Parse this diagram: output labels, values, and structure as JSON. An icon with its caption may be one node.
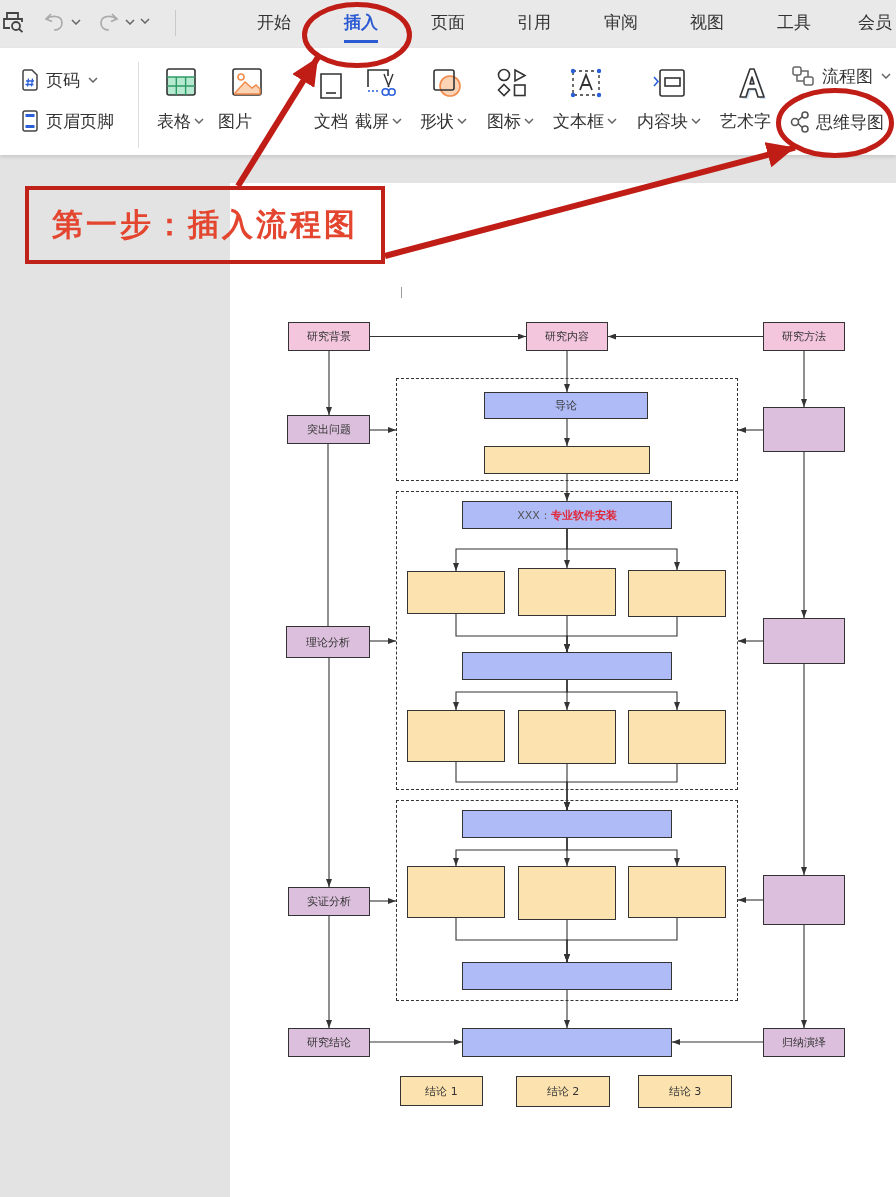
{
  "diagram": {
    "nodes": [
      {
        "text": [
          "插入"
        ]
      },
      {
        "text": [
          "思维导图"
        ]
      },
      {
        "text": [
          "第一步：插入流程图"
        ]
      },
      {
        "text": [
          "研究背景"
        ]
      },
      {
        "text": [
          "研究内容"
        ]
      },
      {
        "text": [
          "研究方法"
        ]
      },
      {
        "text": [
          "突出问题"
        ]
      },
      {
        "text": [],
        "shape": "box"
      },
      {
        "text": [
          "导论"
        ],
        "in": 7
      },
      {
        "text": [],
        "shape": "box",
        "in": 7
      },
      {
        "text": [],
        "shape": "box"
      },
      {
        "text": [],
        "shape": "box"
      },
      {
        "text": [
          "XXX：",
          "专业软件安装"
        ],
        "in": 11
      },
      {
        "text": [],
        "shape": "box",
        "in": 11
      },
      {
        "text": [],
        "shape": "box",
        "in": 11
      },
      {
        "text": [],
        "shape": "box",
        "in": 11
      },
      {
        "text": [],
        "shape": "box",
        "in": 11
      },
      {
        "text": [],
        "shape": "box",
        "in": 11
      },
      {
        "text": [],
        "shape": "box",
        "in": 11
      },
      {
        "text": [],
        "shape": "box",
        "in": 11
      },
      {
        "text": [
          "理论分析"
        ]
      },
      {
        "text": [],
        "shape": "box"
      },
      {
        "text": [],
        "shape": "box"
      },
      {
        "text": [],
        "shape": "box",
        "in": 22
      },
      {
        "text": [],
        "shape": "box",
        "in": 22
      },
      {
        "text": [],
        "shape": "box",
        "in": 22
      },
      {
        "text": [],
        "shape": "box",
        "in": 22
      },
      {
        "text": [],
        "shape": "box",
        "in": 22
      },
      {
        "text": [
          "实证分析"
        ]
      },
      {
        "text": [],
        "shape": "box"
      },
      {
        "text": [
          "研究结论"
        ]
      },
      {
        "text": [],
        "shape": "box"
      },
      {
        "text": [
          "归纳演绎"
        ]
      },
      {
        "text": [
          "结论 1"
        ]
      },
      {
        "text": [
          "结论 2"
        ]
      },
      {
        "text": [
          "结论 3"
        ]
      }
    ],
    "edges": [
      {
        "from": 2,
        "to": 0,
        "arrow": "to",
        "style": "thick",
        "color": "#bf1d16"
      },
      {
        "from": 2,
        "to": 1,
        "arrow": "to",
        "style": "thick",
        "color": "#bf1d16"
      },
      {
        "from": 3,
        "to": 4,
        "arrow": "to"
      },
      {
        "from": 5,
        "to": 4,
        "arrow": "to"
      },
      {
        "from": 3,
        "to": 6,
        "arrow": "to"
      },
      {
        "from": 4,
        "to": 8,
        "arrow": "to"
      },
      {
        "from": 5,
        "to": 10,
        "arrow": "to"
      },
      {
        "from": 6,
        "to": 7,
        "arrow": "to"
      },
      {
        "from": 10,
        "to": 7,
        "arrow": "to"
      },
      {
        "from": 8,
        "to": 9,
        "arrow": "to"
      },
      {
        "from": 9,
        "to": 12,
        "arrow": "to"
      },
      {
        "from": 12,
        "to": 13,
        "arrow": "to"
      },
      {
        "from": 12,
        "to": 14,
        "arrow": "to"
      },
      {
        "from": 12,
        "to": 15,
        "arrow": "to"
      },
      {
        "from": 13,
        "to": 16,
        "arrow": "to"
      },
      {
        "from": 14,
        "to": 16,
        "arrow": "to"
      },
      {
        "from": 15,
        "to": 16,
        "arrow": "to"
      },
      {
        "from": 16,
        "to": 17,
        "arrow": "to"
      },
      {
        "from": 16,
        "to": 18,
        "arrow": "to"
      },
      {
        "from": 16,
        "to": 19,
        "arrow": "to"
      },
      {
        "from": 17,
        "to": 23,
        "arrow": "to"
      },
      {
        "from": 18,
        "to": 23,
        "arrow": "to"
      },
      {
        "from": 19,
        "to": 23,
        "arrow": "to"
      },
      {
        "from": 6,
        "to": 20,
        "arrow": "none"
      },
      {
        "from": 10,
        "to": 21,
        "arrow": "to"
      },
      {
        "from": 20,
        "to": 11,
        "arrow": "to"
      },
      {
        "from": 21,
        "to": 11,
        "arrow": "to"
      },
      {
        "from": 23,
        "to": 24,
        "arrow": "to"
      },
      {
        "from": 23,
        "to": 25,
        "arrow": "to"
      },
      {
        "from": 23,
        "to": 26,
        "arrow": "to"
      },
      {
        "from": 24,
        "to": 27,
        "arrow": "to"
      },
      {
        "from": 25,
        "to": 27,
        "arrow": "to"
      },
      {
        "from": 26,
        "to": 27,
        "arrow": "to"
      },
      {
        "from": 27,
        "to": 31,
        "arrow": "to"
      },
      {
        "from": 20,
        "to": 28,
        "arrow": "to"
      },
      {
        "from": 21,
        "to": 29,
        "arrow": "to"
      },
      {
        "from": 28,
        "to": 22,
        "arrow": "to"
      },
      {
        "from": 29,
        "to": 22,
        "arrow": "to"
      },
      {
        "from": 28,
        "to": 30,
        "arrow": "to"
      },
      {
        "from": 29,
        "to": 32,
        "arrow": "to"
      },
      {
        "from": 30,
        "to": 31,
        "arrow": "to"
      },
      {
        "from": 32,
        "to": 31,
        "arrow": "to"
      }
    ],
    "labels": [
      "开始",
      "页面",
      "引用",
      "审阅",
      "视图",
      "工具",
      "会员",
      "页码",
      "页眉页脚",
      "表格",
      "图片",
      "文档",
      "截屏",
      "形状",
      "图标",
      "文本框",
      "内容块",
      "艺术字",
      "流程图"
    ]
  }
}
